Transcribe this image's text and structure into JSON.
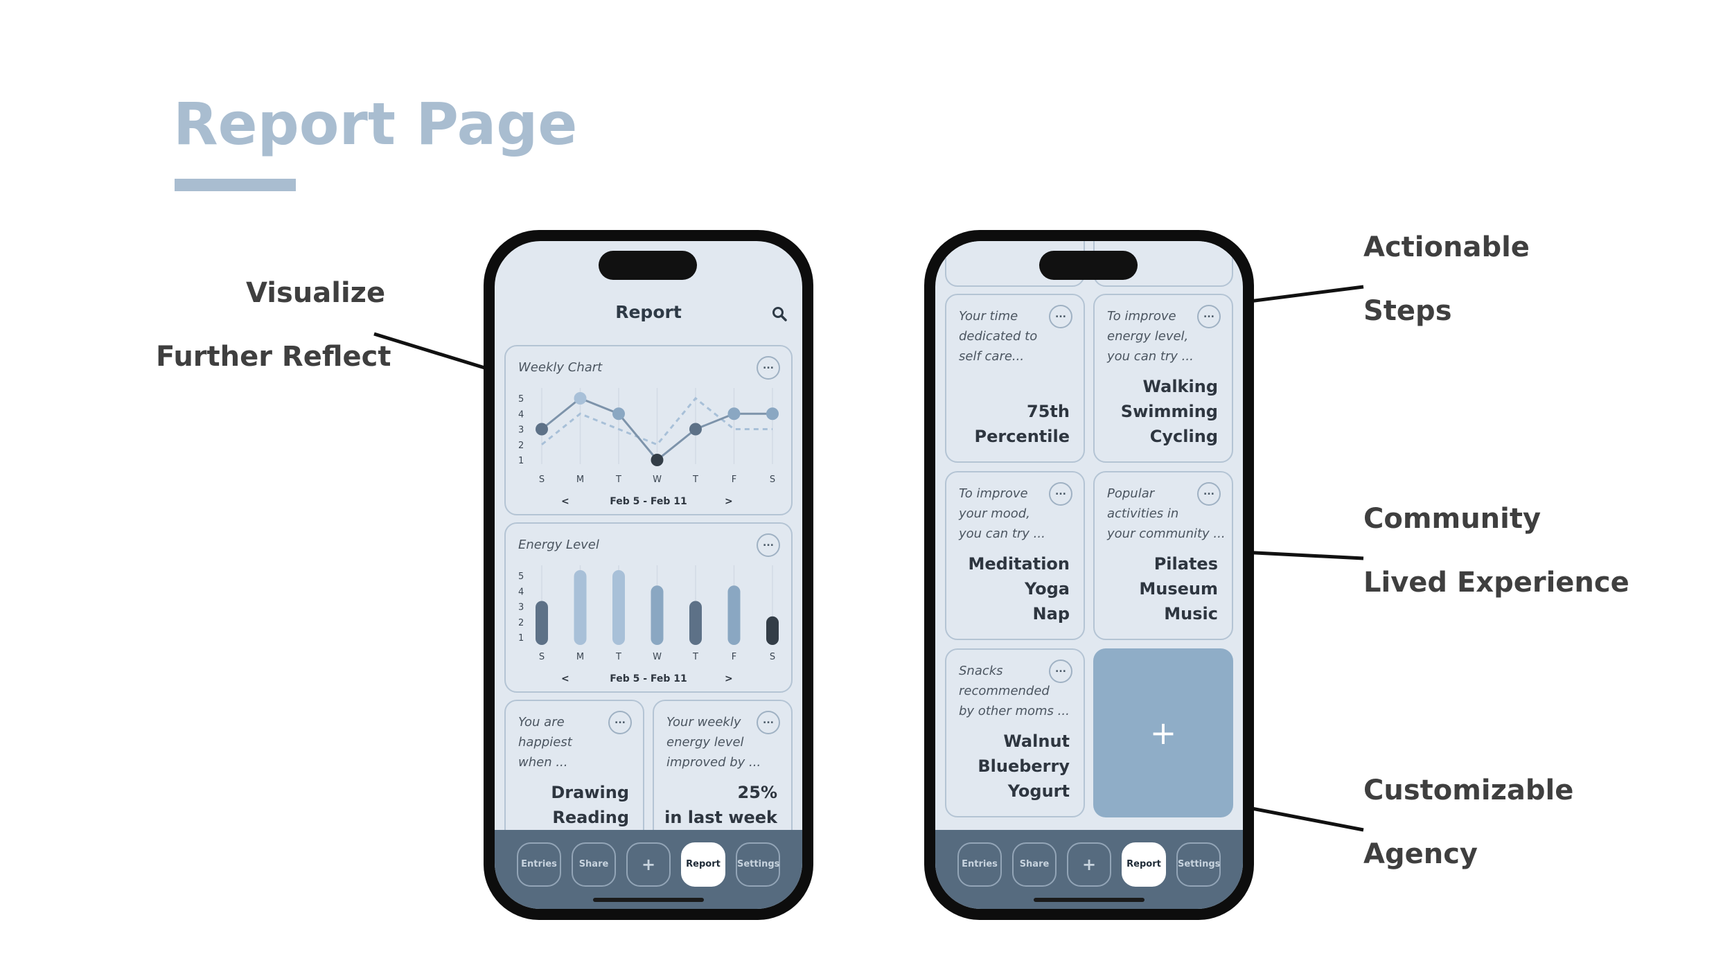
{
  "title": "Report Page",
  "annotations": {
    "visualize": "Visualize",
    "further_reflect": "Further Reflect",
    "actionable": "Actionable",
    "steps": "Steps",
    "community": "Community",
    "lived_experience": "Lived Experience",
    "customizable": "Customizable",
    "agency": "Agency"
  },
  "phone1": {
    "header": "Report",
    "weekly_chart": {
      "label": "Weekly Chart",
      "date_range": "Feb 5 - Feb 11",
      "prev": "<",
      "next": ">"
    },
    "energy_level": {
      "label": "Energy Level",
      "date_range": "Feb 5 - Feb 11",
      "prev": "<",
      "next": ">"
    },
    "card_happiest": {
      "label_lines": [
        "You are",
        "happiest",
        "when ..."
      ],
      "value_lines": [
        "Drawing",
        "Reading"
      ]
    },
    "card_energy": {
      "label_lines": [
        "Your weekly",
        "energy level",
        "improved by ..."
      ],
      "value_lines": [
        "25%",
        "in last week"
      ]
    },
    "more": "..."
  },
  "phone2": {
    "card_selfcare": {
      "label_lines": [
        "Your time",
        "dedicated to",
        "self care..."
      ],
      "value_lines": [
        "75th",
        "Percentile"
      ]
    },
    "card_energy_tips": {
      "label_lines": [
        "To improve",
        "energy level,",
        "you can try ..."
      ],
      "value_lines": [
        "Walking",
        "Swimming",
        "Cycling"
      ]
    },
    "card_mood": {
      "label_lines": [
        "To improve",
        "your mood,",
        "you can try ..."
      ],
      "value_lines": [
        "Meditation",
        "Yoga",
        "Nap"
      ]
    },
    "card_popular": {
      "label_lines": [
        "Popular",
        "activities in",
        "your community ..."
      ],
      "value_lines": [
        "Pilates",
        "Museum",
        "Music"
      ]
    },
    "card_snacks": {
      "label_lines": [
        "Snacks",
        "recommended",
        "by other moms ..."
      ],
      "value_lines": [
        "Walnut",
        "Blueberry",
        "Yogurt"
      ]
    },
    "add_tile": "+",
    "more": "..."
  },
  "nav": {
    "entries": "Entries",
    "share": "Share",
    "add": "+",
    "report": "Report",
    "settings": "Settings"
  },
  "colors": {
    "title": "#a9bdd0",
    "screen_bg": "#e1e8f0",
    "nav_bg": "#566b7f",
    "series_light": "#a8c0d8",
    "series_mid": "#8aa7c2",
    "series_dark": "#5d7187",
    "series_darkest": "#333d47"
  },
  "chart_data": [
    {
      "type": "line",
      "title": "Weekly Chart",
      "categories": [
        "S",
        "M",
        "T",
        "W",
        "T",
        "F",
        "S"
      ],
      "ylim": [
        1,
        5
      ],
      "yticks": [
        1,
        2,
        3,
        4,
        5
      ],
      "series": [
        {
          "values": [
            3,
            5,
            4,
            1,
            3,
            4,
            4
          ],
          "style": "solid"
        },
        {
          "values": [
            2,
            4,
            3,
            2,
            5,
            3,
            3
          ],
          "style": "dashed"
        }
      ]
    },
    {
      "type": "bar",
      "title": "Energy Level",
      "categories": [
        "S",
        "M",
        "T",
        "W",
        "T",
        "F",
        "S"
      ],
      "ylim": [
        1,
        5
      ],
      "yticks": [
        1,
        2,
        3,
        4,
        5
      ],
      "values": [
        3,
        5,
        5,
        4,
        3,
        4,
        2
      ]
    }
  ]
}
